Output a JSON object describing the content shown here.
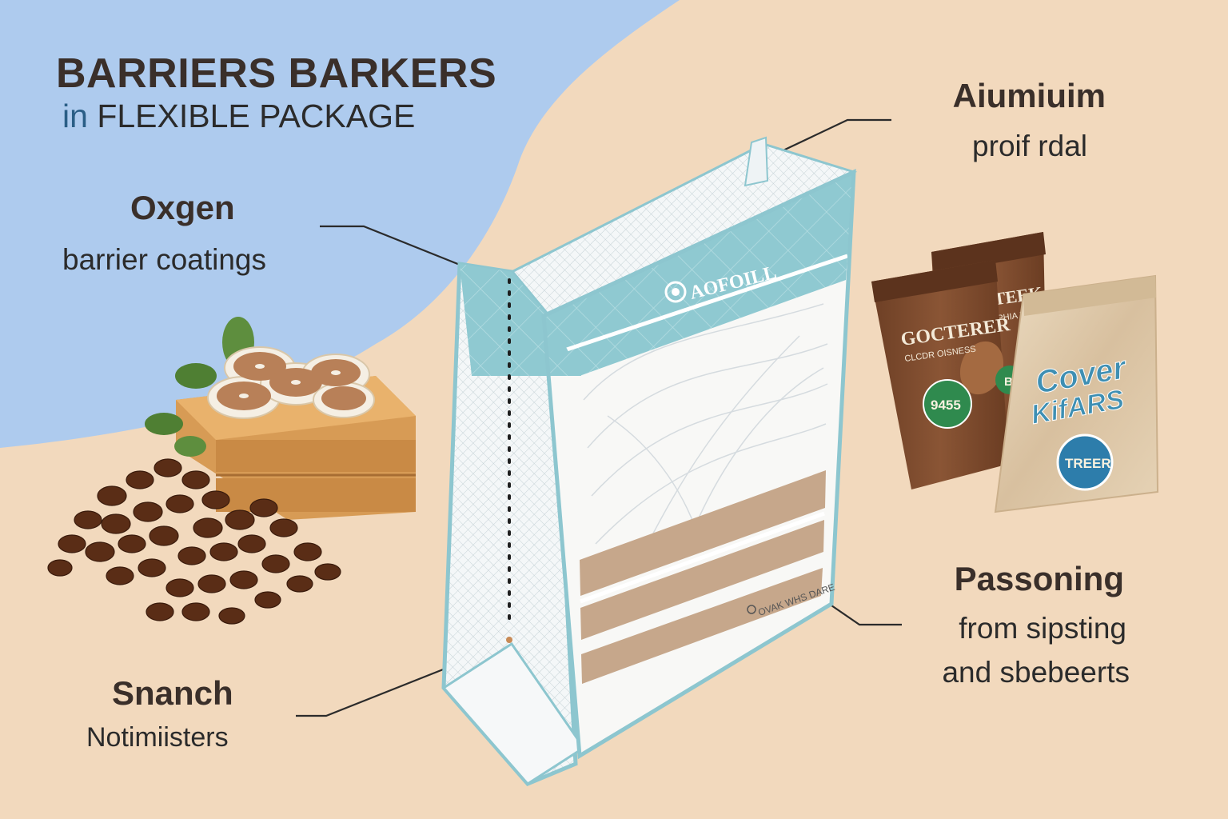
{
  "title": {
    "line1": "BARRIERS BARKERS",
    "line2_in": "in",
    "line2_rest": "FLEXIBLE PACKAGE"
  },
  "callouts": {
    "oxygen": {
      "heading": "Oxgen",
      "sub": "barrier coatings"
    },
    "snanch": {
      "heading": "Snanch",
      "sub": "Notimiisters"
    },
    "aluminium": {
      "heading": "Aiumiuim",
      "sub": "proif rdal"
    },
    "passoning": {
      "heading": "Passoning",
      "sub1": "from sipsting",
      "sub2": "and sbebeerts"
    }
  },
  "pouch": {
    "brand": "AOFOILL",
    "small_text": "OVAK WHS DARE"
  },
  "snack_packs": {
    "back_top": "COFTEEK",
    "back_small": "IPHIA R",
    "front_brand": "GOCTERER",
    "front_sub": "CLCDR OISNESS",
    "front_badge": "9455",
    "front_side_badge": "B",
    "light_line1": "Cover",
    "light_line2": "KifARS",
    "light_badge": "TREER"
  },
  "colors": {
    "sky": "#aecbee",
    "sand": "#f2d9bd",
    "teal": "#8ec8d0",
    "brown_band": "#c4a58a",
    "text_dark": "#3a2f2a",
    "badge_green": "#2f8a4e",
    "badge_blue": "#2d7dab"
  },
  "icons": [
    "bag-icon",
    "coffee-beans-icon",
    "wafer-stack-icon",
    "snack-pack-icon",
    "leaf-icon"
  ]
}
